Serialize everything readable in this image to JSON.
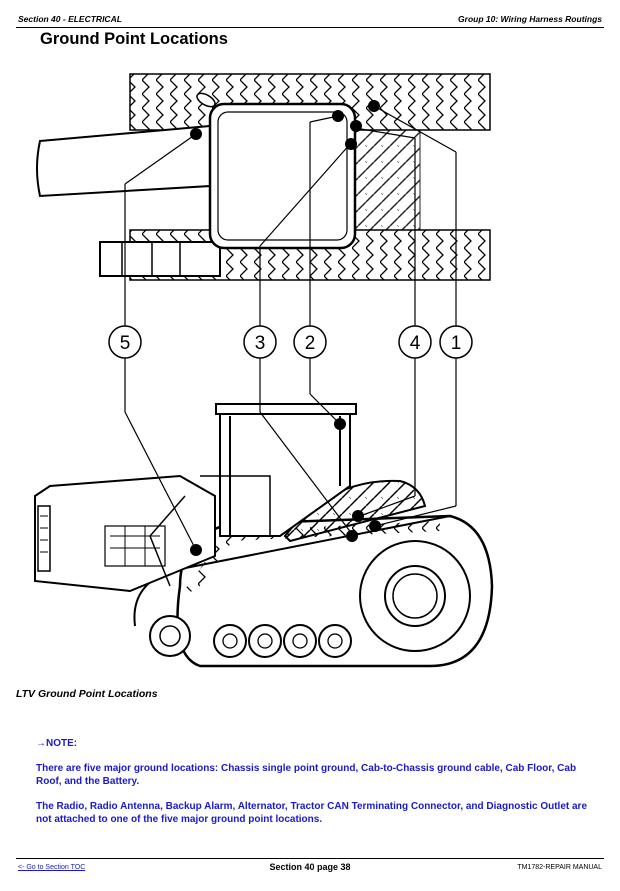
{
  "header": {
    "section": "Section 40 - ELECTRICAL",
    "group": "Group 10: Wiring Harness Routings"
  },
  "page_title": "Ground Point Locations",
  "figure": {
    "callouts": [
      "1",
      "2",
      "3",
      "4",
      "5"
    ],
    "caption": "LTV Ground Point Locations"
  },
  "note": {
    "label": "→NOTE:",
    "paragraphs": [
      "There are five major ground locations: Chassis single point ground, Cab-to-Chassis ground cable, Cab Floor, Cab Roof, and the Battery.",
      "The Radio, Radio Antenna, Backup Alarm, Alternator, Tractor CAN Terminating Connector, and Diagnostic Outlet are not attached to one of the five major ground point locations."
    ]
  },
  "footer": {
    "toc_link": "<- Go to Section TOC",
    "page": "Section 40 page 38",
    "manual": "TM1782-REPAIR MANUAL"
  }
}
